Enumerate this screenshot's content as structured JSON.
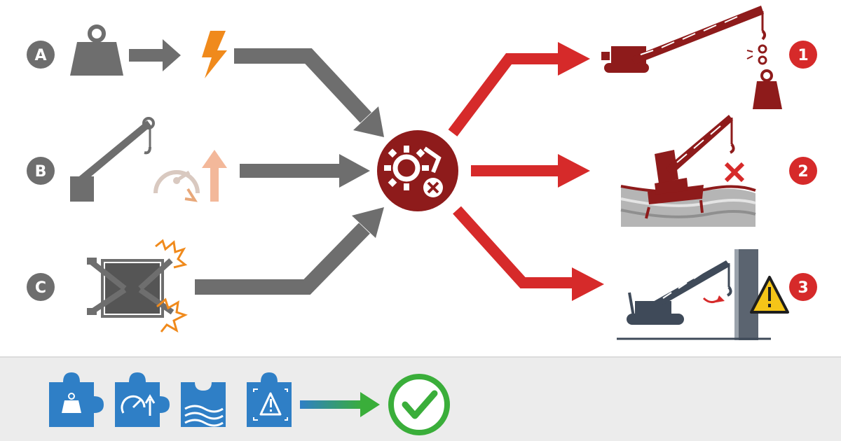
{
  "causes": [
    {
      "id": "A",
      "name": "cause-a-overload",
      "icons": [
        "weight-icon",
        "arrow-right-icon",
        "lightning-icon"
      ]
    },
    {
      "id": "B",
      "name": "cause-b-speed",
      "icons": [
        "crane-boom-icon",
        "speedometer-icon",
        "speed-up-arrow-icon"
      ]
    },
    {
      "id": "C",
      "name": "cause-c-outrigger",
      "icons": [
        "outrigger-stress-icon"
      ]
    }
  ],
  "hub": {
    "icon": "gear-failure-icon"
  },
  "outcomes": [
    {
      "id": "1",
      "name": "outcome-1-dropped-load",
      "icon": "crane-dropped-load-icon"
    },
    {
      "id": "2",
      "name": "outcome-2-ground-collapse",
      "icon": "crane-tipping-icon"
    },
    {
      "id": "3",
      "name": "outcome-3-collision",
      "icon": "crane-collision-warning-icon"
    }
  ],
  "solution": {
    "icons": [
      "puzzle-weight-icon",
      "puzzle-speed-icon",
      "puzzle-ground-icon",
      "puzzle-warning-icon"
    ],
    "result_icon": "check-circle-icon"
  },
  "colors": {
    "gray": "#6e6e6e",
    "red": "#d62a2a",
    "dark_red": "#8e1b1b",
    "orange": "#f08a1c",
    "blue": "#2f7fc6",
    "green": "#3aae3a",
    "footer_bg": "#ececec"
  }
}
